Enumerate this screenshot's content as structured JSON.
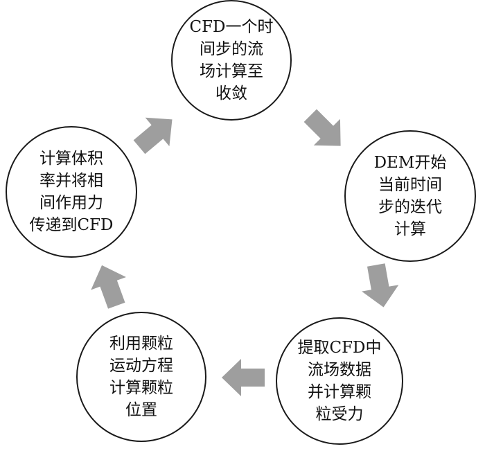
{
  "diagram": {
    "nodes": [
      {
        "id": "n1",
        "lines": [
          "CFD一个时",
          "间步的流",
          "场计算至",
          "收敛"
        ]
      },
      {
        "id": "n2",
        "lines": [
          "DEM开始",
          "当前时间",
          "步的迭代",
          "计算"
        ]
      },
      {
        "id": "n3",
        "lines": [
          "提取CFD中",
          "流场数据",
          "并计算颗",
          "粒受力"
        ]
      },
      {
        "id": "n4",
        "lines": [
          "利用颗粒",
          "运动方程",
          "计算颗粒",
          "位置"
        ]
      },
      {
        "id": "n5",
        "lines": [
          "计算体积",
          "率并将相",
          "间作用力",
          "传递到CFD"
        ]
      }
    ],
    "edges": [
      {
        "from": "n1",
        "to": "n2"
      },
      {
        "from": "n2",
        "to": "n3"
      },
      {
        "from": "n3",
        "to": "n4"
      },
      {
        "from": "n4",
        "to": "n5"
      },
      {
        "from": "n5",
        "to": "n1"
      }
    ],
    "arrow_color": "#9e9e9e",
    "border_color": "#1a1a1a"
  }
}
